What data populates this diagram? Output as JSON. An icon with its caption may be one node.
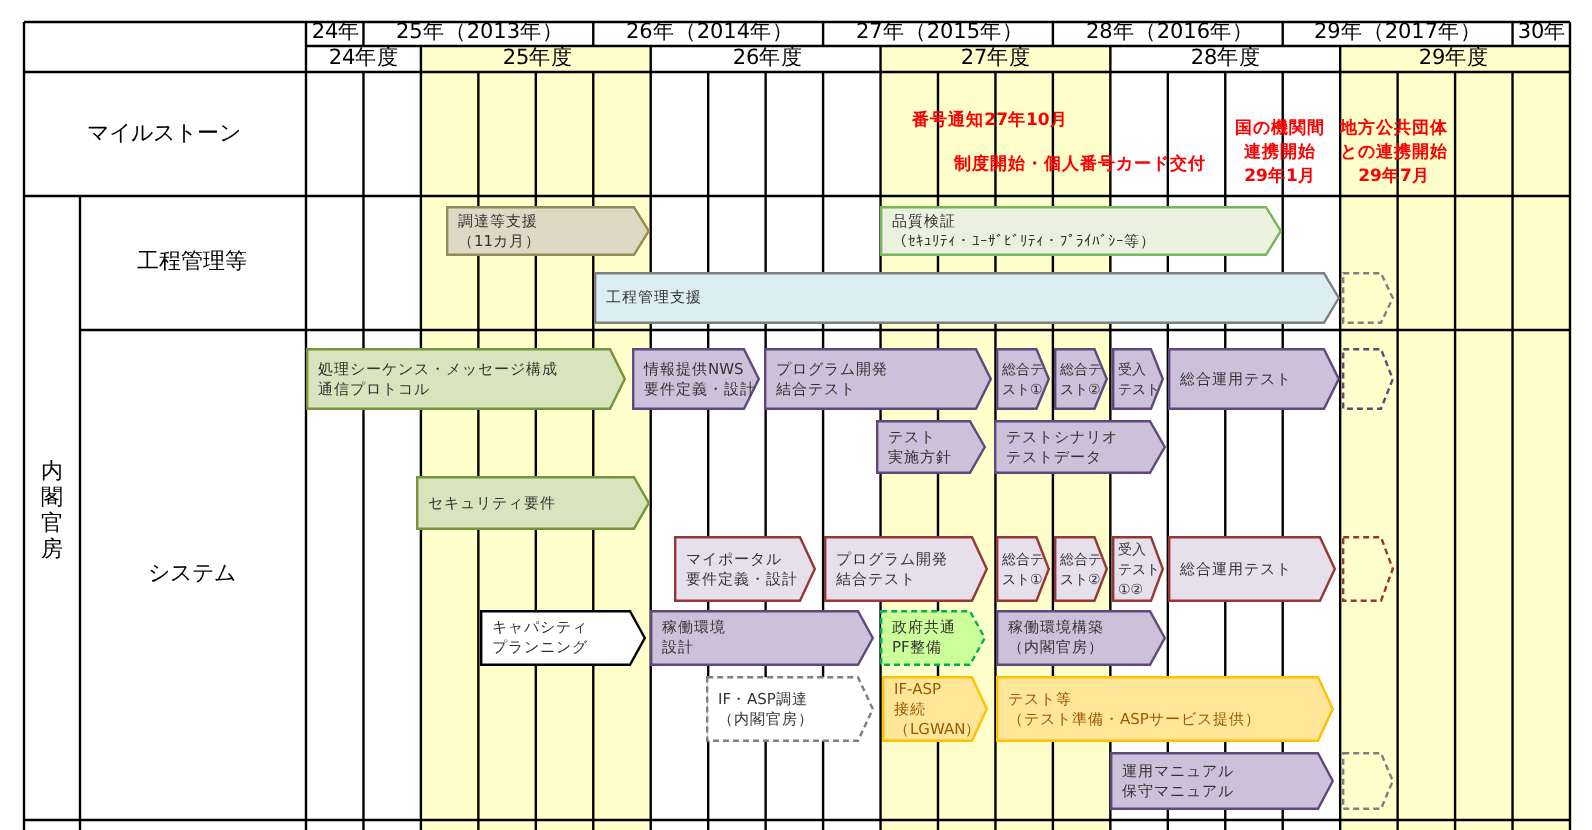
{
  "diagram": {
    "nodes": [
      {
        "text": [
          "調達等支援",
          "（11カ月）"
        ]
      },
      {
        "text": [
          "品質検証",
          "（ｾｷｭﾘﾃｨ・ﾕｰｻﾞﾋﾞﾘﾃｨ・ﾌﾟﾗｲﾊﾞｼｰ等）"
        ]
      },
      {
        "text": [
          "工程管理支援"
        ]
      },
      {
        "text": [],
        "shape": "chevron"
      },
      {
        "text": [
          "処理シーケンス・メッセージ構成",
          "通信プロトコル"
        ]
      },
      {
        "text": [
          "情報提供NWS",
          "要件定義・設計"
        ]
      },
      {
        "text": [
          "プログラム開発",
          "結合テスト"
        ]
      },
      {
        "text": [
          "総合テスト①"
        ]
      },
      {
        "text": [
          "総合テスト②"
        ]
      },
      {
        "text": [
          "受入",
          "テスト"
        ]
      },
      {
        "text": [
          "総合運用テスト"
        ]
      },
      {
        "text": [],
        "shape": "chevron"
      },
      {
        "text": [
          "テスト",
          "実施方針"
        ]
      },
      {
        "text": [
          "テストシナリオ",
          "テストデータ"
        ]
      },
      {
        "text": [
          "セキュリティ要件"
        ]
      },
      {
        "text": [
          "マイポータル",
          "要件定義・設計"
        ]
      },
      {
        "text": [
          "プログラム開発",
          "結合テスト"
        ]
      },
      {
        "text": [
          "総合テスト①"
        ]
      },
      {
        "text": [
          "総合テスト②"
        ]
      },
      {
        "text": [
          "受入",
          "テスト",
          "①②"
        ]
      },
      {
        "text": [
          "総合運用テスト"
        ]
      },
      {
        "text": [],
        "shape": "chevron"
      },
      {
        "text": [
          "キャパシティ",
          "プランニング"
        ]
      },
      {
        "text": [
          "稼働環境",
          "設計"
        ]
      },
      {
        "text": [
          "政府共通",
          "PF整備"
        ]
      },
      {
        "text": [
          "稼働環境構築",
          "（内閣官房）"
        ]
      },
      {
        "text": [
          "IF・ASP調達",
          "（内閣官房）"
        ]
      },
      {
        "text": [
          "IF-ASP",
          "接続",
          "（LGWAN）"
        ]
      },
      {
        "text": [
          "テスト等",
          "（テスト準備・ASPサービス提供）"
        ]
      },
      {
        "text": [
          "運用マニュアル",
          "保守マニュアル"
        ]
      },
      {
        "text": [],
        "shape": "chevron"
      }
    ],
    "labels": [
      "24年",
      "25年（2013年）",
      "26年（2014年）",
      "27年（2015年）",
      "28年（2016年）",
      "29年（2017年）",
      "30年",
      "24年度",
      "25年度",
      "26年度",
      "27年度",
      "28年度",
      "29年度",
      "マイルストーン",
      "番号通知27年10月",
      "制度開始・個人番号カード交付",
      "国の機関間",
      "連携開始",
      "29年1月",
      "地方公共団体",
      "との連携開始",
      "29年7月",
      "内閣官房",
      "工程管理等",
      "システム"
    ]
  }
}
